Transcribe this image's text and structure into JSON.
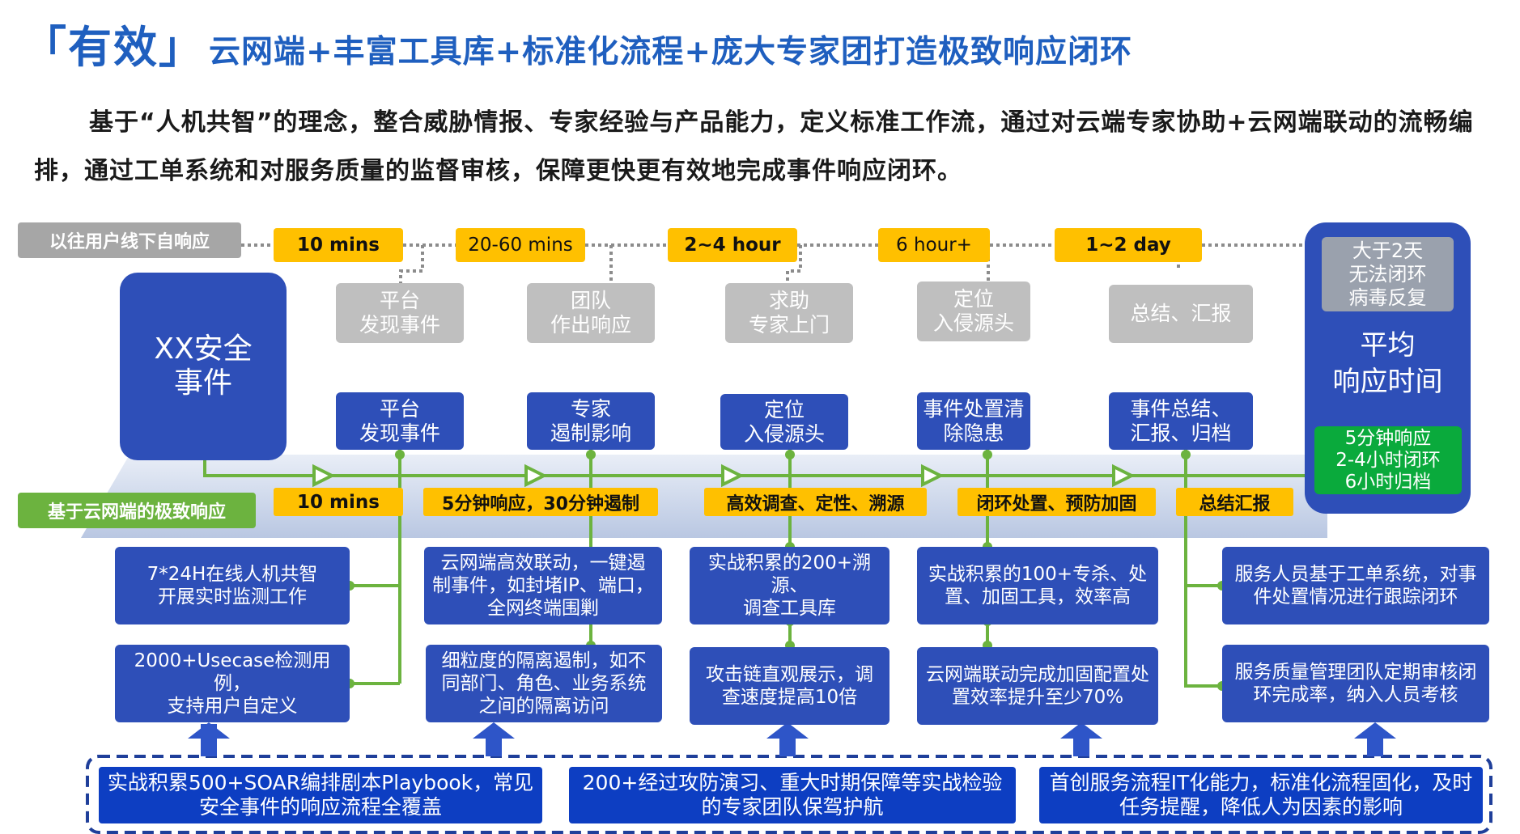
{
  "title": {
    "bracket": "「有效」",
    "text": "云网端+丰富工具库+标准化流程+庞大专家团打造极致响应闭环"
  },
  "intro": "基于“人机共智”的理念，整合威胁情报、专家经验与产品能力，定义标准工作流，通过对云端专家协助+云网端联动的流畅编排，通过工单系统和对服务质量的监督审核，保障更快更有效地完成事件响应闭环。",
  "old_flow": {
    "label": "以往用户线下自响应",
    "times": [
      "10 mins",
      "20-60 mins",
      "2~4 hour",
      "6 hour+",
      "1~2 day"
    ],
    "steps": [
      "平台\n发现事件",
      "团队\n作出响应",
      "求助\n专家上门",
      "定位\n入侵源头",
      "总结、汇报"
    ],
    "result": "大于2天\n无法闭环\n病毒反复"
  },
  "event": "XX安全\n事件",
  "new_flow": {
    "label": "基于云网端的极致响应",
    "steps": [
      "平台\n发现事件",
      "专家\n遏制影响",
      "定位\n入侵源头",
      "事件处置清\n除隐患",
      "事件总结、\n汇报、归档"
    ],
    "stages": [
      "10 mins",
      "5分钟响应，30分钟遏制",
      "高效调查、定性、溯源",
      "闭环处置、预防加固",
      "总结汇报"
    ]
  },
  "average": {
    "title": "平均\n响应时间",
    "result": "5分钟响应\n2-4小时闭环\n6小时归档"
  },
  "details": [
    [
      "7*24H在线人机共智\n开展实时监测工作",
      "2000+Usecase检测用例，\n支持用户自定义"
    ],
    [
      "云网端高效联动，一键遏\n制事件，如封堵IP、端口，\n全网终端围剿",
      "细粒度的隔离遏制，如不\n同部门、角色、业务系统\n之间的隔离访问"
    ],
    [
      "实战积累的200+溯源、\n调查工具库",
      "攻击链直观展示，调\n查速度提高10倍"
    ],
    [
      "实战积累的100+专杀、处\n置、加固工具，效率高",
      "云网端联动完成加固配置处\n置效率提升至少70%"
    ],
    [
      "服务人员基于工单系统，对事\n件处置情况进行跟踪闭环",
      "服务质量管理团队定期审核闭\n环完成率，纳入人员考核"
    ]
  ],
  "foundation": [
    "实战积累500+SOAR编排剧本Playbook，常见\n安全事件的响应流程全覆盖",
    "200+经过攻防演习、重大时期保障等实战检验\n的专家团队保驾护航",
    "首创服务流程IT化能力，标准化流程固化，及时\n任务提醒，降低人为因素的影响"
  ],
  "colors": {
    "blue": "#2e4fb8",
    "deep_blue": "#0d3ec2",
    "orange": "#ffc000",
    "green": "#6cb33f",
    "gray": "#a6a6a6",
    "light_gray": "#bfbfbf",
    "title_blue": "#1f5fbf"
  }
}
